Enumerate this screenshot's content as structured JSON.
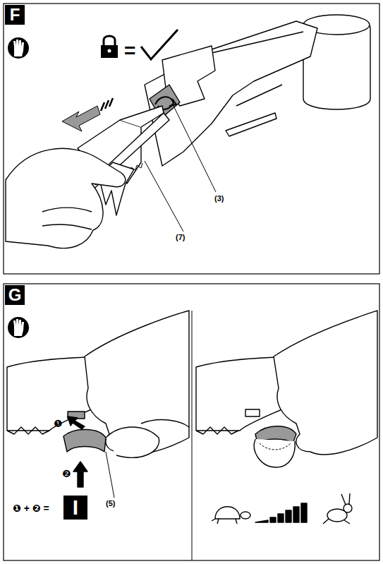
{
  "diagram": {
    "labels": [
      "F",
      "=",
      "(3)",
      "(7)",
      "G",
      "❶",
      "❷",
      "❶ + ❷ =",
      "I",
      "(5)"
    ]
  }
}
